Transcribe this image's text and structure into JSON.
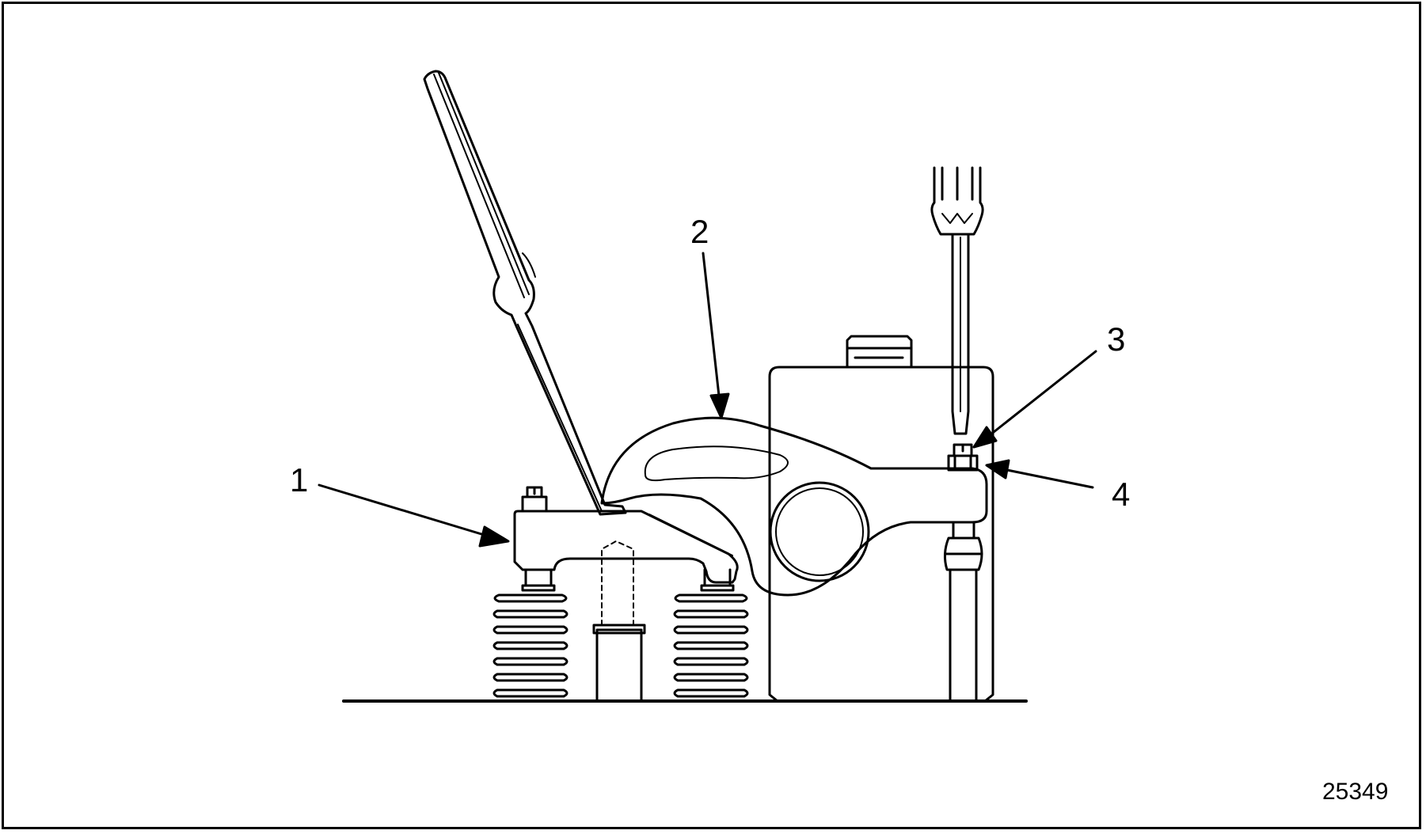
{
  "callouts": [
    {
      "label": "1",
      "target": "rocker-arm-bridge"
    },
    {
      "label": "2",
      "target": "rocker-arm"
    },
    {
      "label": "3",
      "target": "adjusting-screw"
    },
    {
      "label": "4",
      "target": "locknut"
    }
  ],
  "figure_id": "25349",
  "colors": {
    "ink": "#000000",
    "paper": "#ffffff"
  }
}
